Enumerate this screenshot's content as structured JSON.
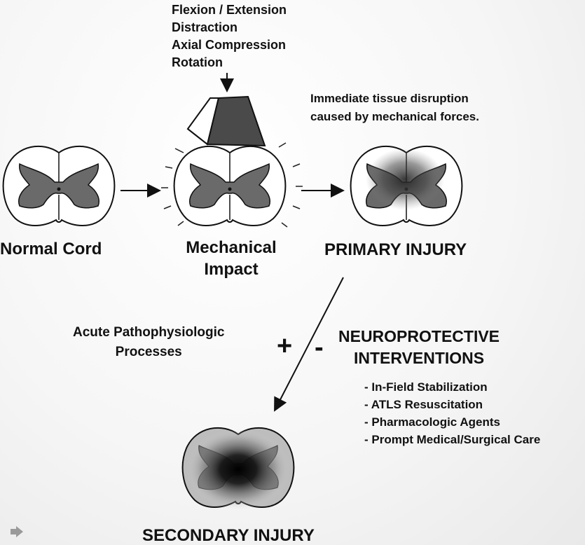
{
  "forces": [
    "Flexion / Extension",
    "Distraction",
    "Axial Compression",
    "Rotation"
  ],
  "impact_description": [
    "Immediate tissue disruption",
    "caused by mechanical forces."
  ],
  "stages": {
    "normal": "Normal Cord",
    "impact": [
      "Mechanical",
      "Impact"
    ],
    "primary": "PRIMARY INJURY",
    "secondary": "SECONDARY INJURY"
  },
  "acute_processes": [
    "Acute Pathophysiologic",
    "Processes"
  ],
  "plus_sign": "+",
  "minus_sign": "-",
  "neuroprotective": {
    "title": [
      "NEUROPROTECTIVE",
      "INTERVENTIONS"
    ],
    "items": [
      "- In-Field Stabilization",
      "- ATLS Resuscitation",
      "- Pharmacologic Agents",
      "- Prompt Medical/Surgical Care"
    ]
  },
  "colors": {
    "gray_matter": "#6a6a6a",
    "outline": "#111111",
    "block_face": "#4a4a4a",
    "arrow_icon": "#9a9a9a"
  },
  "icons": [
    "arrow-right-icon"
  ]
}
